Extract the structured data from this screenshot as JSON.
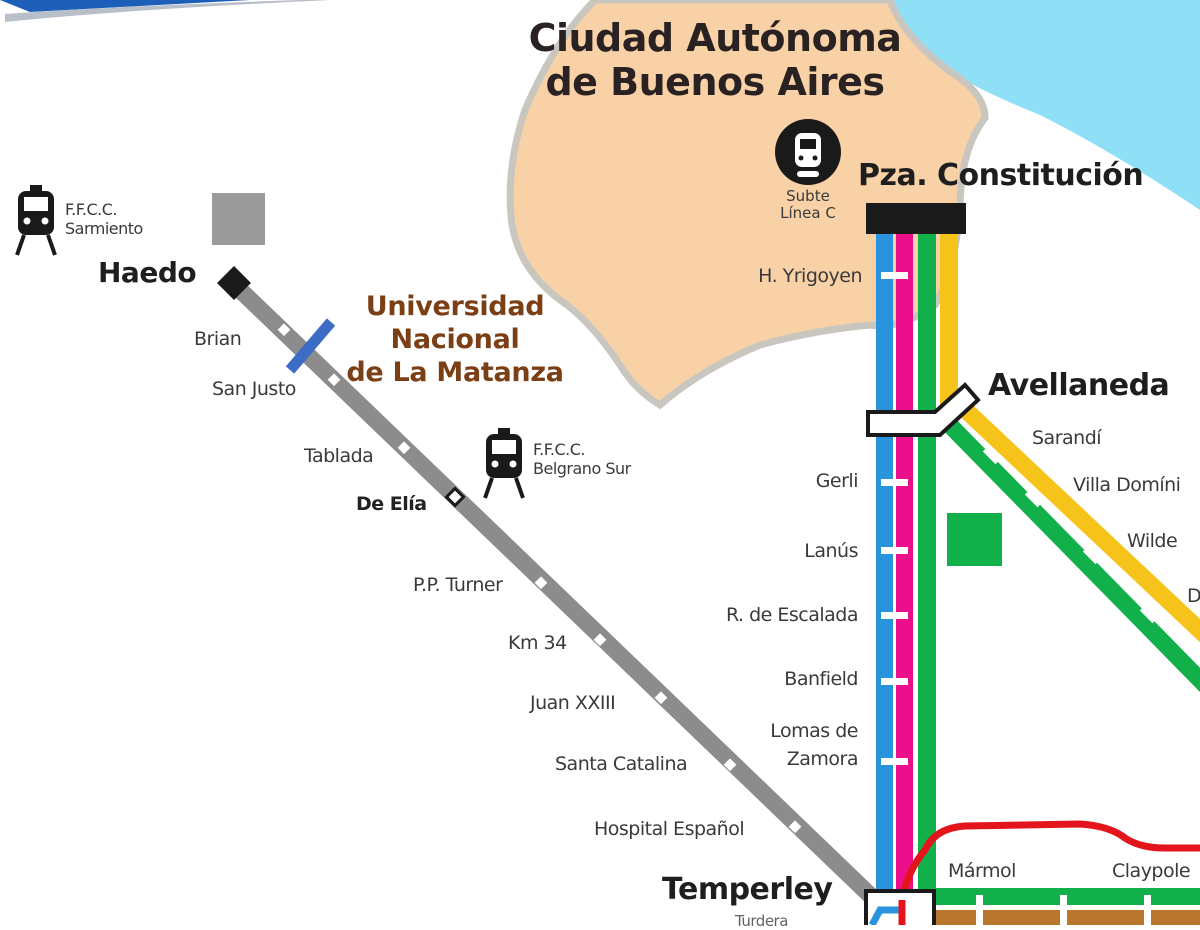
{
  "map": {
    "region_title_line1": "Ciudad Autónoma",
    "region_title_line2": "de Buenos Aires",
    "highlight_line1": "Universidad Nacional",
    "highlight_line2": "de La Matanza",
    "colors": {
      "city_fill": "#f8d2a6",
      "water": "#8fe0f6",
      "line_gray": "#8c8c8c",
      "line_blue": "#2a93dd",
      "line_magenta": "#ec0f8c",
      "line_green": "#12b04a",
      "line_yellow": "#f6c31a",
      "line_red": "#e3141c",
      "line_brown": "#b8772c",
      "highlight_text": "#7a3f14",
      "highlight_marker": "#3d6cc7"
    }
  },
  "legend": {
    "sarmiento": {
      "line1": "F.F.C.C.",
      "line2": "Sarmiento",
      "icon": "train-icon"
    },
    "belgrano_sur": {
      "line1": "F.F.C.C.",
      "line2": "Belgrano Sur",
      "icon": "train-icon"
    },
    "subte": {
      "line1": "Subte",
      "line2": "Línea C",
      "icon": "subway-icon"
    }
  },
  "hubs": {
    "haedo": "Haedo",
    "constitucion": "Pza. Constitución",
    "avellaneda": "Avellaneda",
    "temperley": "Temperley",
    "de_elia": "De Elía"
  },
  "gray_line_stations": [
    "Brian",
    "San Justo",
    "Tablada",
    "P.P. Turner",
    "Km 34",
    "Juan XXIII",
    "Santa Catalina",
    "Hospital Español"
  ],
  "trunk_stations": [
    "H. Yrigoyen",
    "Gerli",
    "Lanús",
    "R. de Escalada",
    "Banfield",
    "Lomas de",
    "Zamora"
  ],
  "branch_stations": [
    "Sarandí",
    "Villa Domíni",
    "Wilde",
    "D"
  ],
  "bottom_stations": [
    "Mármol",
    "Claypole",
    "Turdera"
  ]
}
